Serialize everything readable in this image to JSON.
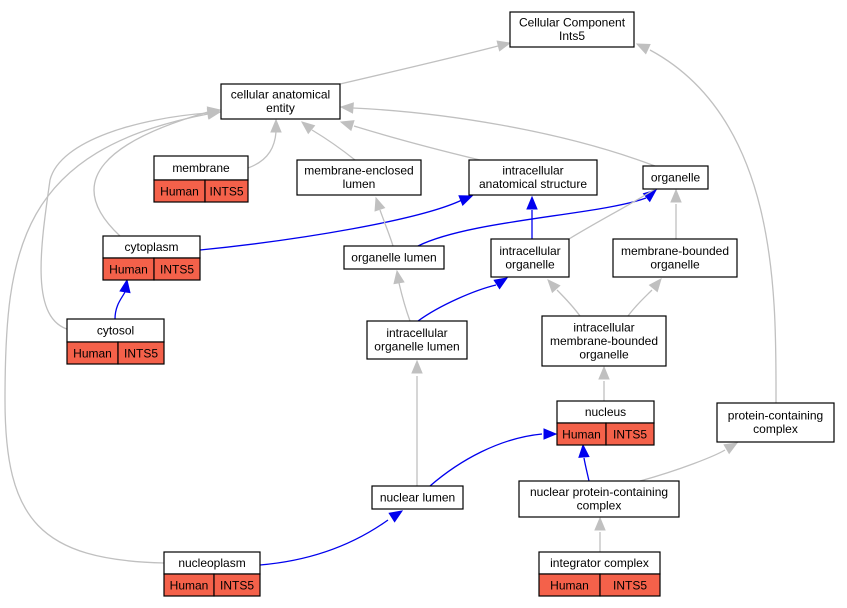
{
  "colors": {
    "annotated_fill": "#f4614a",
    "link_gray": "#c0c0c0",
    "link_blue": "#0000ee"
  },
  "nodes": {
    "root": {
      "lines": [
        "Cellular Component",
        "Ints5"
      ]
    },
    "cae": {
      "lines": [
        "cellular anatomical",
        "entity"
      ]
    },
    "membrane": {
      "lines": [
        "membrane"
      ],
      "species": "Human",
      "gene": "INTS5"
    },
    "mel": {
      "lines": [
        "membrane-enclosed",
        "lumen"
      ]
    },
    "ias": {
      "lines": [
        "intracellular",
        "anatomical structure"
      ]
    },
    "organelle": {
      "lines": [
        "organelle"
      ]
    },
    "cytoplasm": {
      "lines": [
        "cytoplasm"
      ],
      "species": "Human",
      "gene": "INTS5"
    },
    "orglumen": {
      "lines": [
        "organelle lumen"
      ]
    },
    "intorg": {
      "lines": [
        "intracellular",
        "organelle"
      ]
    },
    "mbo": {
      "lines": [
        "membrane-bounded",
        "organelle"
      ]
    },
    "cytosol": {
      "lines": [
        "cytosol"
      ],
      "species": "Human",
      "gene": "INTS5"
    },
    "iol": {
      "lines": [
        "intracellular",
        "organelle lumen"
      ]
    },
    "imbo": {
      "lines": [
        "intracellular",
        "membrane-bounded",
        "organelle"
      ]
    },
    "nucleus": {
      "lines": [
        "nucleus"
      ],
      "species": "Human",
      "gene": "INTS5"
    },
    "pcc": {
      "lines": [
        "protein-containing",
        "complex"
      ]
    },
    "nuclumen": {
      "lines": [
        "nuclear lumen"
      ]
    },
    "npcc": {
      "lines": [
        "nuclear protein-containing",
        "complex"
      ]
    },
    "nucleoplasm": {
      "lines": [
        "nucleoplasm"
      ],
      "species": "Human",
      "gene": "INTS5"
    },
    "integrator": {
      "lines": [
        "integrator complex"
      ],
      "species": "Human",
      "gene": "INTS5"
    }
  },
  "links": [
    {
      "from": "cae",
      "to": "root",
      "color": "gray"
    },
    {
      "from": "pcc",
      "to": "root",
      "color": "gray"
    },
    {
      "from": "membrane",
      "to": "cae",
      "color": "gray"
    },
    {
      "from": "mel",
      "to": "cae",
      "color": "gray"
    },
    {
      "from": "ias",
      "to": "cae",
      "color": "gray"
    },
    {
      "from": "organelle",
      "to": "cae",
      "color": "gray"
    },
    {
      "from": "cytoplasm",
      "to": "cae",
      "color": "gray"
    },
    {
      "from": "cytosol",
      "to": "cae",
      "color": "gray"
    },
    {
      "from": "nucleoplasm",
      "to": "cae",
      "color": "gray"
    },
    {
      "from": "cytoplasm",
      "to": "ias",
      "color": "blue"
    },
    {
      "from": "cytosol",
      "to": "cytoplasm",
      "color": "blue"
    },
    {
      "from": "orglumen",
      "to": "mel",
      "color": "gray"
    },
    {
      "from": "orglumen",
      "to": "organelle",
      "color": "blue"
    },
    {
      "from": "intorg",
      "to": "ias",
      "color": "blue"
    },
    {
      "from": "intorg",
      "to": "organelle",
      "color": "gray"
    },
    {
      "from": "mbo",
      "to": "organelle",
      "color": "gray"
    },
    {
      "from": "iol",
      "to": "orglumen",
      "color": "gray"
    },
    {
      "from": "iol",
      "to": "intorg",
      "color": "blue"
    },
    {
      "from": "imbo",
      "to": "intorg",
      "color": "gray"
    },
    {
      "from": "imbo",
      "to": "mbo",
      "color": "gray"
    },
    {
      "from": "nucleus",
      "to": "imbo",
      "color": "gray"
    },
    {
      "from": "nuclumen",
      "to": "iol",
      "color": "gray"
    },
    {
      "from": "nuclumen",
      "to": "nucleus",
      "color": "blue"
    },
    {
      "from": "npcc",
      "to": "nucleus",
      "color": "blue"
    },
    {
      "from": "npcc",
      "to": "pcc",
      "color": "gray"
    },
    {
      "from": "nucleoplasm",
      "to": "nuclumen",
      "color": "blue"
    },
    {
      "from": "integrator",
      "to": "npcc",
      "color": "gray"
    }
  ]
}
